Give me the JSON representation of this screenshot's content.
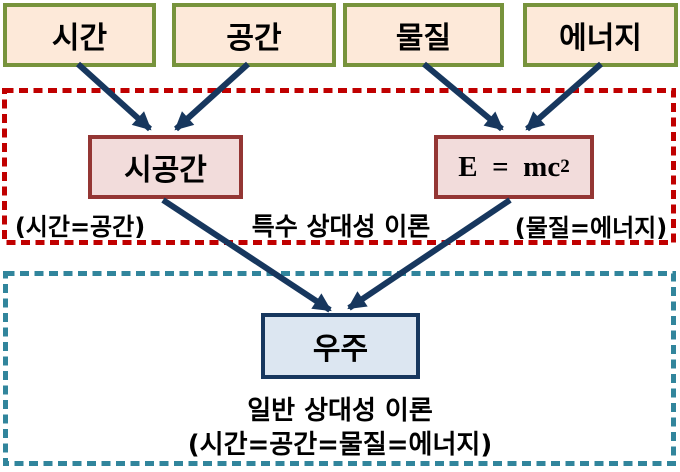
{
  "diagram": {
    "top_row": {
      "boxes": [
        {
          "label": "시간"
        },
        {
          "label": "공간"
        },
        {
          "label": "물질"
        },
        {
          "label": "에너지"
        }
      ]
    },
    "special_relativity_zone": {
      "spacetime_box": {
        "label": "시공간"
      },
      "formula_box": {
        "base": "E  =  mc",
        "exponent": "2"
      },
      "left_note": "(시간=공간)",
      "center_label": "특수 상대성 이론",
      "right_note": "(물질=에너지)"
    },
    "general_relativity_zone": {
      "universe_box": {
        "label": "우주"
      },
      "center_label": "일반 상대성 이론",
      "bottom_note": "(시간=공간=물질=에너지)"
    },
    "colors": {
      "top_box_fill": "#FDE9D9",
      "top_box_border": "#77933C",
      "mid_box_fill": "#F2DCDB",
      "mid_box_border": "#943634",
      "universe_box_fill": "#DCE6F1",
      "universe_box_border": "#17375E",
      "arrow": "#17375E",
      "special_zone_dash": "#C00000",
      "general_zone_dash": "#31859C",
      "text": "#000000",
      "background": "#FFFFFF"
    }
  }
}
